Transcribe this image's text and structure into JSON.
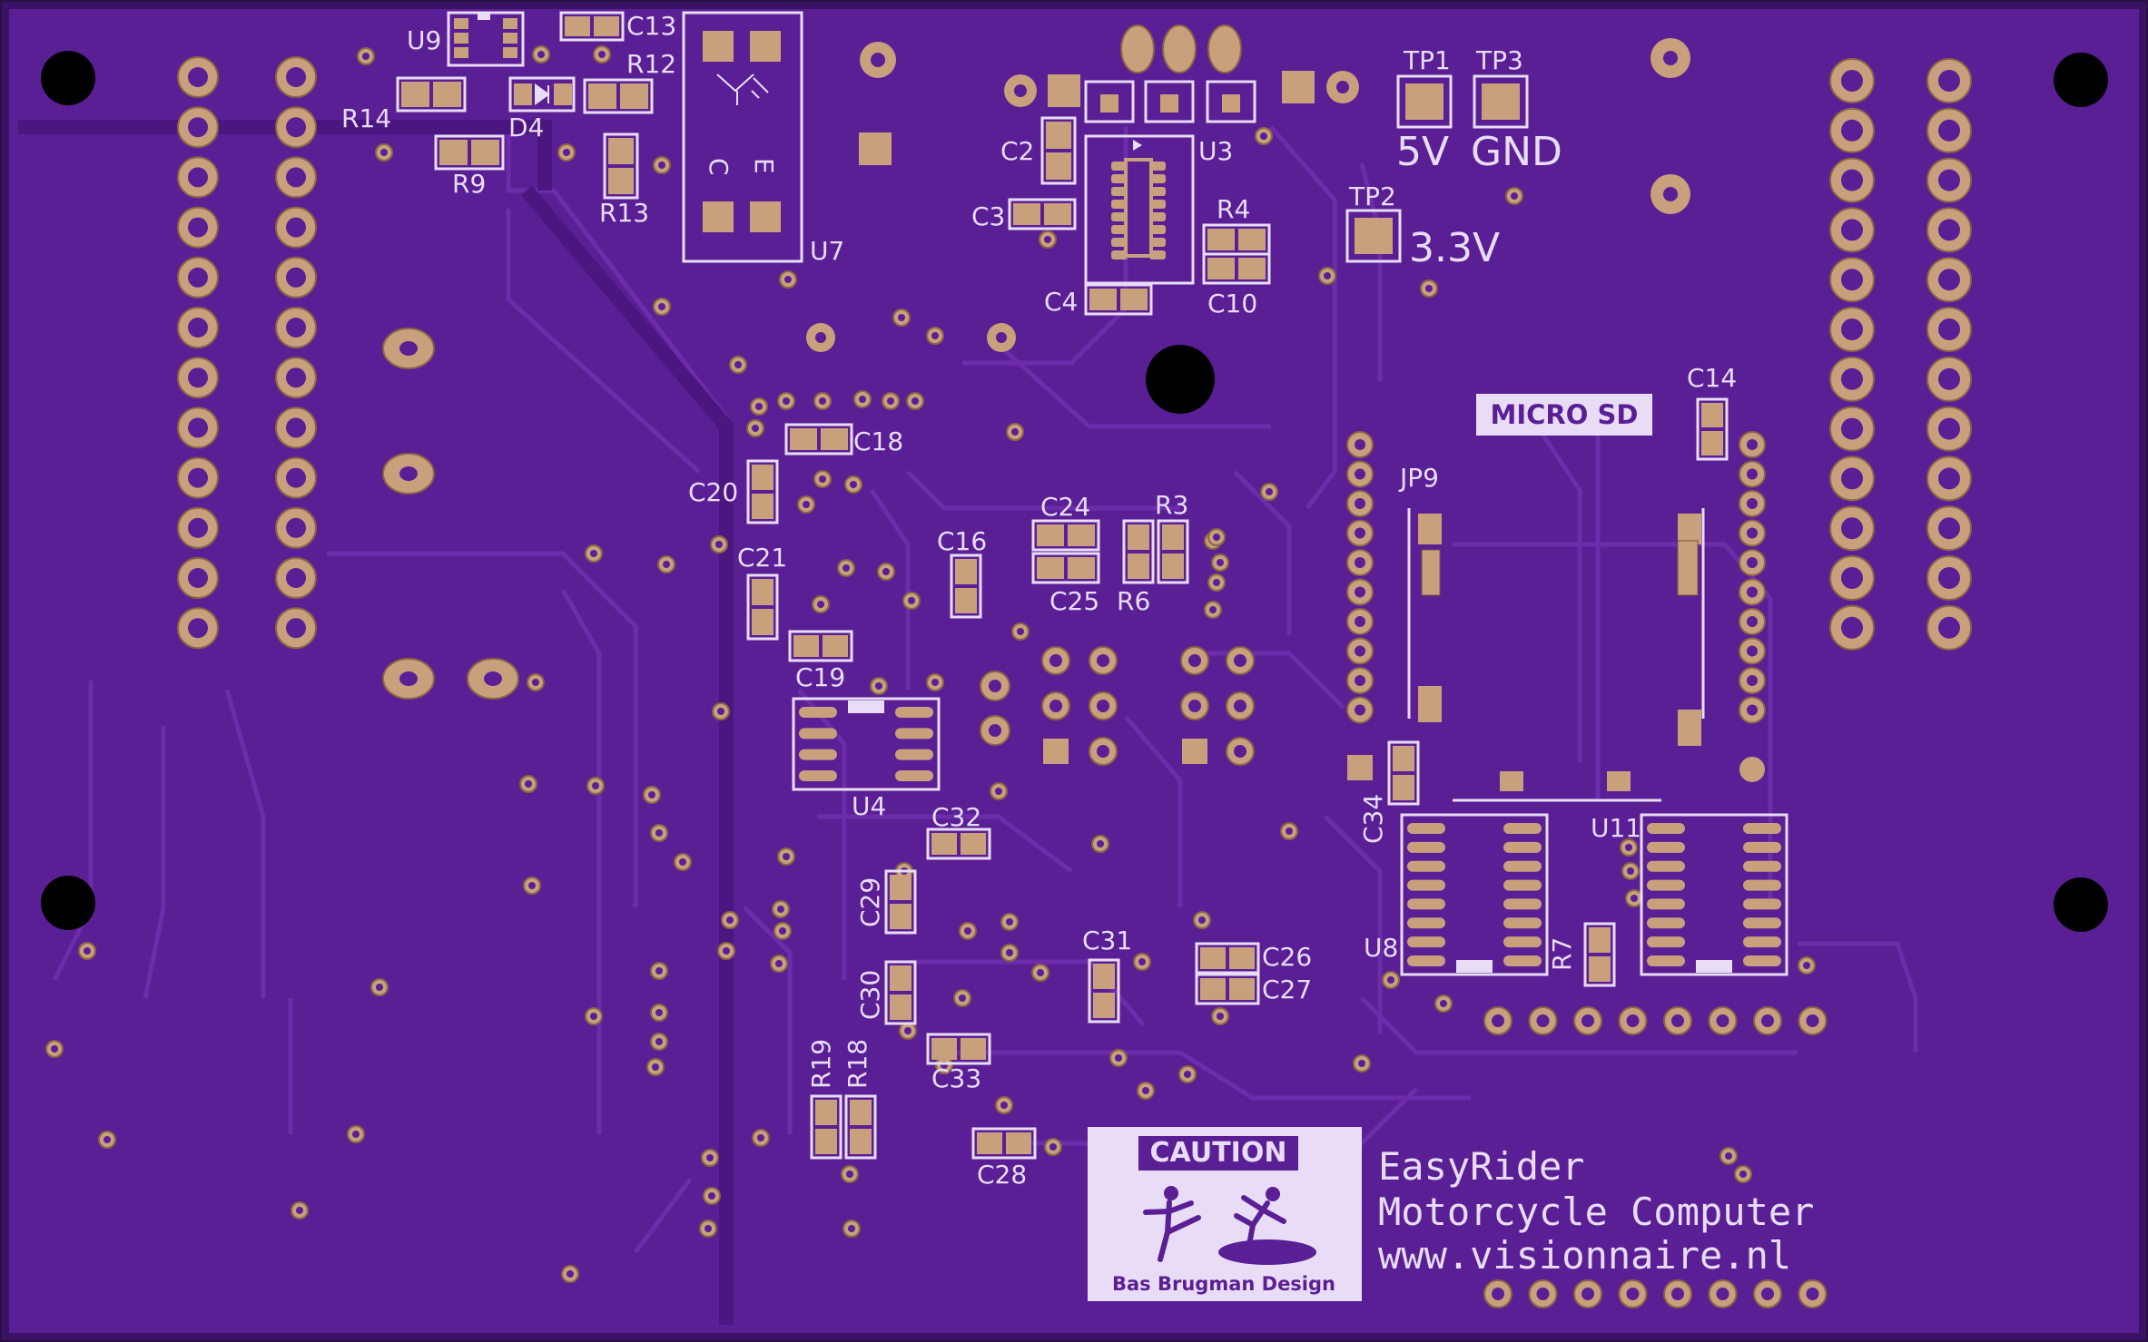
{
  "colors": {
    "board": "#5b1f95",
    "board_edge": "#3a1266",
    "trace": "#6a2ba8",
    "pad": "#c8a07c",
    "silk": "#e8dcf6",
    "hole": "#000000"
  },
  "labels": {
    "u9": "U9",
    "c13": "C13",
    "r12": "R12",
    "r14": "R14",
    "d4": "D4",
    "r9": "R9",
    "r13": "R13",
    "u7": "U7",
    "c2": "C2",
    "c3": "C3",
    "c4": "C4",
    "u3": "U3",
    "r4": "R4",
    "c10": "C10",
    "tp1": "TP1",
    "tp3": "TP3",
    "tp2": "TP2",
    "v5": "5V",
    "gnd": "GND",
    "v33": "3.3V",
    "c14": "C14",
    "micro_sd": "MICRO SD",
    "jp9": "JP9",
    "c18": "C18",
    "c20": "C20",
    "c21": "C21",
    "c16": "C16",
    "c24": "C24",
    "r3": "R3",
    "c25": "C25",
    "r6": "R6",
    "c19": "C19",
    "u4": "U4",
    "c32": "C32",
    "c34": "C34",
    "u11": "U11",
    "c29": "C29",
    "c31": "C31",
    "c26": "C26",
    "c27": "C27",
    "u8": "U8",
    "r7": "R7",
    "c30": "C30",
    "c33": "C33",
    "r19": "R19",
    "r18": "R18",
    "c28": "C28",
    "u7_c": "C",
    "u7_e": "E"
  },
  "logo": {
    "caution": "CAUTION",
    "designer": "Bas Brugman Design"
  },
  "credits": {
    "line1": "EasyRider",
    "line2": "Motorcycle Computer",
    "line3": "www.visionnaire.nl"
  }
}
